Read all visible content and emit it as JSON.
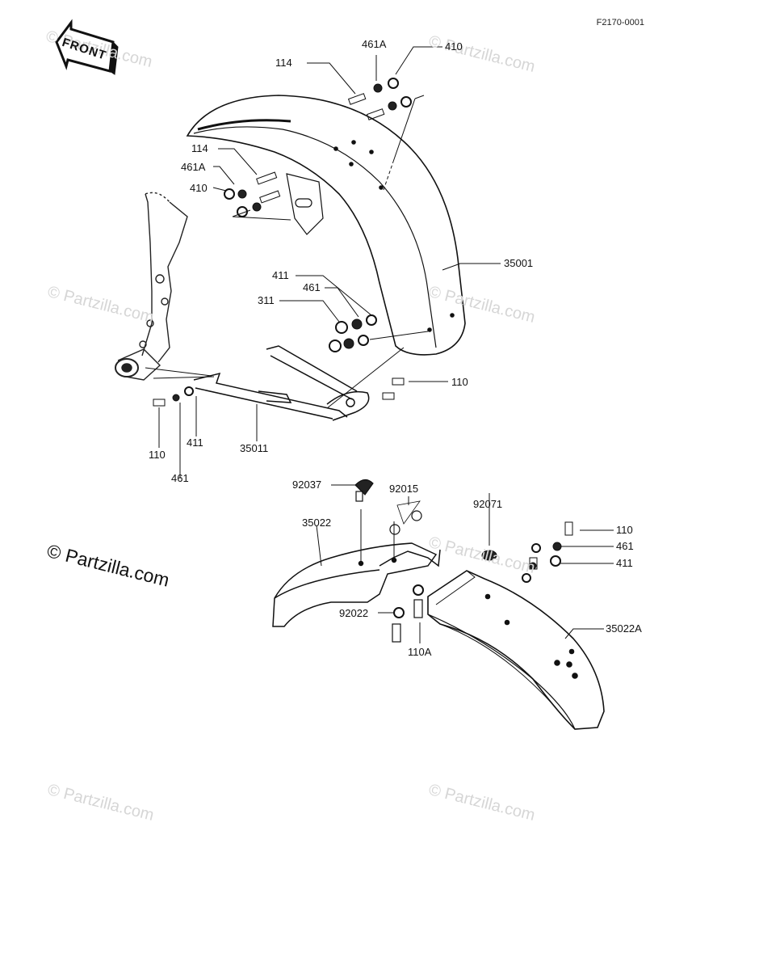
{
  "diagram_code": "F2170-0001",
  "front_label": "FRONT",
  "copyright": "© Partzilla.com",
  "watermark": "© Partzilla.com",
  "parts": {
    "p114_top": "114",
    "p461a_top": "461A",
    "p410_top": "410",
    "p114_left": "114",
    "p461a_left": "461A",
    "p410_left": "410",
    "p35001": "35001",
    "p411_mid": "411",
    "p461_mid": "461",
    "p311": "311",
    "p110_right": "110",
    "p110_left": "110",
    "p411_left": "411",
    "p461_left": "461",
    "p35011": "35011",
    "p92037": "92037",
    "p92015": "92015",
    "p35022": "35022",
    "p92071": "92071",
    "p110_rr": "110",
    "p461_rr": "461",
    "p411_rr": "411",
    "p92022": "92022",
    "p110a": "110A",
    "p35022a": "35022A"
  }
}
